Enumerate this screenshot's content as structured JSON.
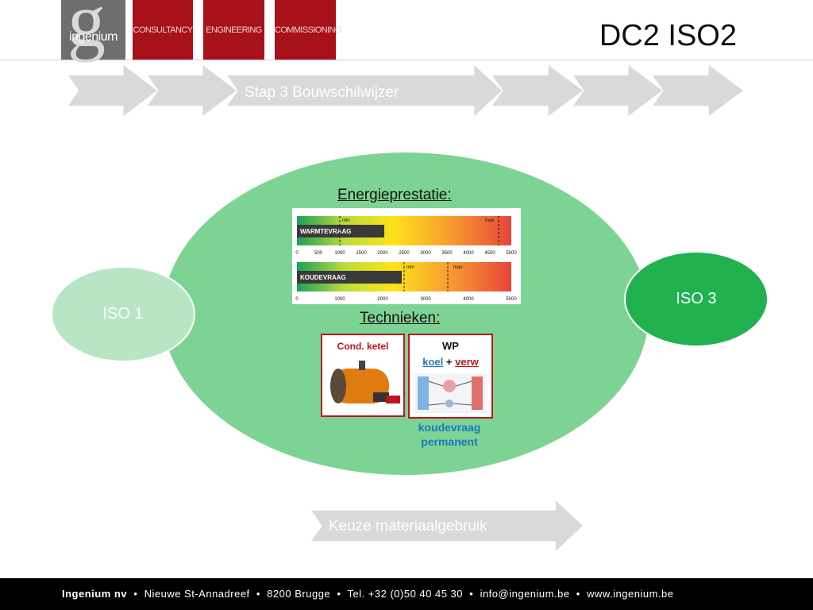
{
  "header": {
    "logo_word": "ingenium",
    "tabs": [
      "CONSULTANCY",
      "ENGINEERING",
      "COMMISSIONING"
    ],
    "title": "DC2 ISO2"
  },
  "process": {
    "step_label": "Stap 3 Bouwschilwijzer",
    "bottom_label": "Keuze materiaalgebruik"
  },
  "ovals": {
    "iso1": "ISO 1",
    "iso3": "ISO 3"
  },
  "energy": {
    "heading": "Energieprestatie:",
    "warmte": {
      "label": "WARMTEVRAAG",
      "min_label": "min",
      "max_label": "max",
      "ticks": [
        "0",
        "500",
        "1000",
        "1500",
        "2000",
        "2500",
        "3000",
        "3500",
        "4000",
        "4500",
        "5000"
      ]
    },
    "koude": {
      "label": "KOUDEVRAAG",
      "min_label": "min",
      "max_label": "max",
      "ticks": [
        "0",
        "1000",
        "2000",
        "3000",
        "4000",
        "5000"
      ]
    }
  },
  "techniques": {
    "heading": "Technieken:",
    "boiler_label": "Cond. ketel",
    "wp_title": "WP",
    "wp_koel": "koel",
    "wp_plus": "+",
    "wp_verw": "verw",
    "note_line1": "koudevraag",
    "note_line2": "permanent"
  },
  "footer": {
    "company": "Ingenium nv",
    "street": "Nieuwe St-Annadreef",
    "city": "8200 Brugge",
    "tel": "Tel. +32 (0)50 40 45 30",
    "email": "info@ingenium.be",
    "web": "www.ingenium.be",
    "separator": "•"
  }
}
